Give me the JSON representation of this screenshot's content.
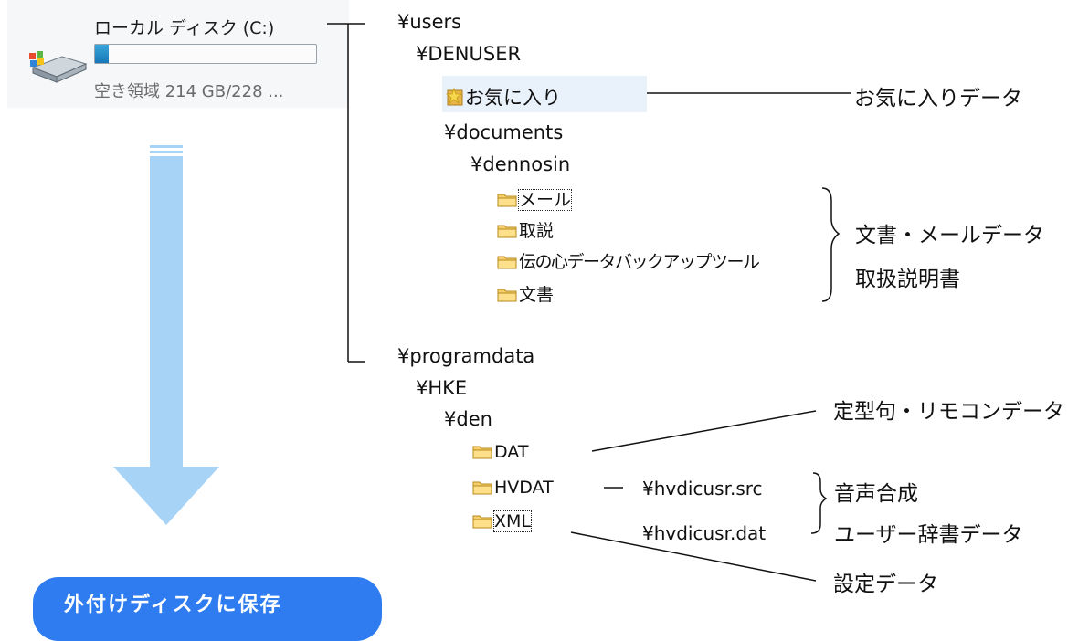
{
  "drive": {
    "name": "ローカル ディスク (C:)",
    "free_text": "空き領域 214 GB/228 ...",
    "used_fraction": 0.06
  },
  "tree": {
    "users": "¥users",
    "denuser": "¥DENUSER",
    "favorites": "お気に入り",
    "documents": "¥documents",
    "dennosin": "¥dennosin",
    "mail": "メール",
    "manual": "取説",
    "backup_tool": "伝の心データバックアップツール",
    "docs": "文書",
    "programdata": "¥programdata",
    "hke": "¥HKE",
    "den": "¥den",
    "dat": "DAT",
    "hvdat": "HVDAT",
    "xml": "XML",
    "hvdicusr_src": "¥hvdicusr.src",
    "hvdicusr_dat": "¥hvdicusr.dat"
  },
  "labels": {
    "favorites_data": "お気に入りデータ",
    "doc_mail_data": "文書・メールデータ",
    "manual_book": "取扱説明書",
    "phrase_remote": "定型句・リモコンデータ",
    "voice_synth": "音声合成",
    "user_dict": "ユーザー辞書データ",
    "settings_data": "設定データ"
  },
  "button": {
    "label": "外付けディスクに保存"
  },
  "colors": {
    "arrow": "#a7d3f7",
    "button": "#2f7cf0",
    "drive_bar": "#1677b8",
    "favorites_highlight": "#e9f1fb"
  }
}
